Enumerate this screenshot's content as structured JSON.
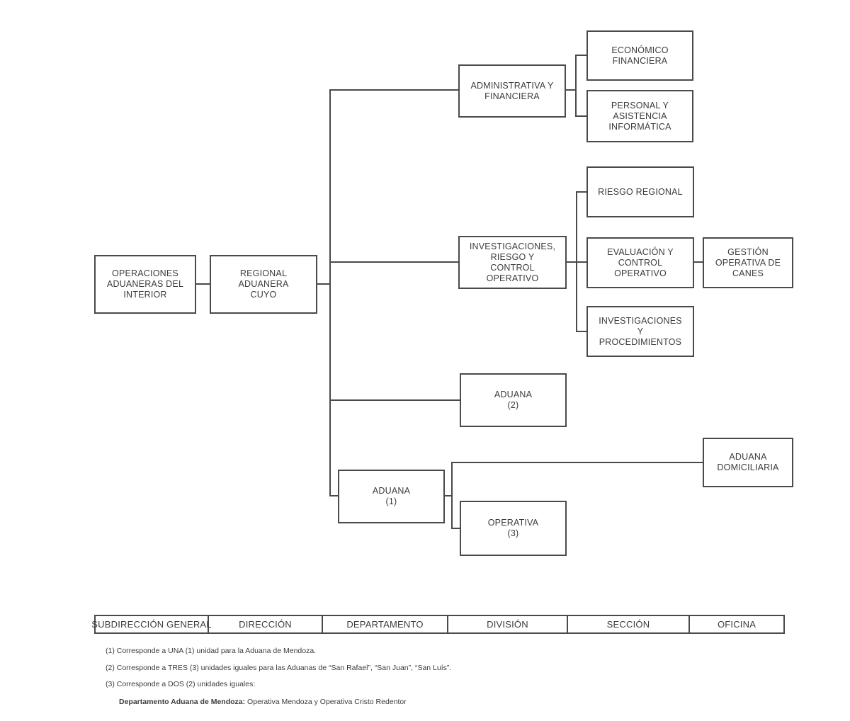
{
  "diagram": {
    "nodes": {
      "operaciones": "OPERACIONES\nADUANERAS DEL\nINTERIOR",
      "regional": "REGIONAL\nADUANERA\nCUYO",
      "administrativa": "ADMINISTRATIVA Y\nFINANCIERA",
      "economico": "ECONÓMICO\nFINANCIERA",
      "personal": "PERSONAL Y\nASISTENCIA\nINFORMÁTICA",
      "investigaciones": "INVESTIGACIONES,\nRIESGO Y\nCONTROL\nOPERATIVO",
      "riesgo_regional": "RIESGO REGIONAL",
      "evaluacion": "EVALUACIÓN Y\nCONTROL\nOPERATIVO",
      "gestion_canes": "GESTIÓN\nOPERATIVA DE\nCANES",
      "investigaciones_proc": "INVESTIGACIONES\nY\nPROCEDIMIENTOS",
      "aduana_2": "ADUANA\n(2)",
      "aduana_1": "ADUANA\n(1)",
      "operativa": "OPERATIVA\n(3)",
      "aduana_domiciliaria": "ADUANA\nDOMICILIARIA"
    }
  },
  "legend": {
    "columns": [
      "SUBDIRECCIÓN GENERAL",
      "DIRECCIÓN",
      "DEPARTAMENTO",
      "DIVISIÓN",
      "SECCIÓN",
      "OFICINA"
    ]
  },
  "footnotes": [
    {
      "text": "(1) Corresponde a UNA (1) unidad para la Aduana de Mendoza."
    },
    {
      "text": "(2) Corresponde a TRES (3) unidades iguales para las Aduanas de “San Rafael”, “San Juan”, “San Luís”."
    },
    {
      "text": "(3) Corresponde a DOS (2) unidades iguales:"
    },
    {
      "bold": "Departamento Aduana de Mendoza:",
      "text": " Operativa Mendoza y Operativa Cristo Redentor"
    }
  ],
  "colors": {
    "line": "#4a4a4a",
    "text": "#3c3c3c",
    "background": "#ffffff"
  }
}
